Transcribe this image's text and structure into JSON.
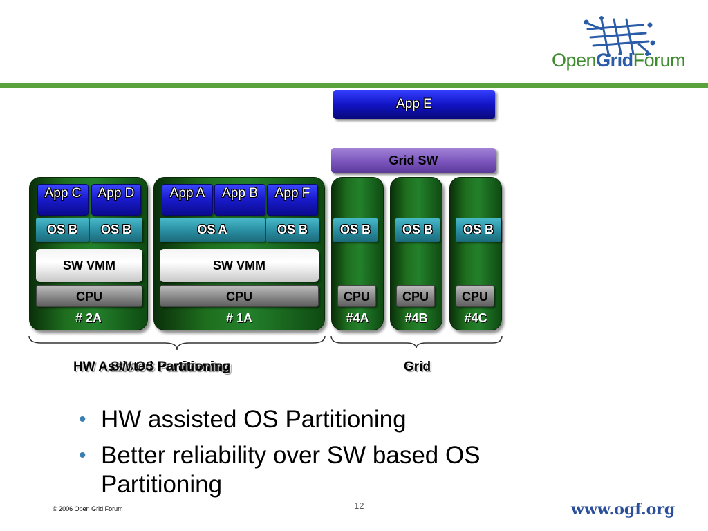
{
  "branding": {
    "logo_part1": "Open",
    "logo_part2": "Grid",
    "logo_part3": "Forum",
    "website": "www.ogf.org",
    "copyright": "© 2006 Open Grid Forum",
    "accent_green": "#5aa23c",
    "accent_blue": "#2b5ca8"
  },
  "diagram": {
    "app_e": "App E",
    "grid_sw": "Grid SW",
    "host_2a": {
      "apps": [
        "App C",
        "App D"
      ],
      "os": [
        "OS B",
        "OS B"
      ],
      "vmm": "SW VMM",
      "cpu": "CPU",
      "label": "# 2A"
    },
    "host_1a": {
      "apps": [
        "App A",
        "App B",
        "App F"
      ],
      "os": [
        "OS A",
        "OS B"
      ],
      "vmm": "SW VMM",
      "cpu": "CPU",
      "label": "# 1A"
    },
    "host_4a": {
      "os": "OS B",
      "cpu": "CPU",
      "label": "#4A"
    },
    "host_4b": {
      "os": "OS B",
      "cpu": "CPU",
      "label": "#4B"
    },
    "host_4c": {
      "os": "OS B",
      "cpu": "CPU",
      "label": "#4C"
    },
    "caption_left_a": "HW Assisted Partitioning",
    "caption_left_b": "SW OS Partitioning",
    "caption_right": "Grid"
  },
  "bullets": [
    "HW assisted OS Partitioning",
    "Better reliability over SW based OS Partitioning"
  ],
  "page_number": "12"
}
